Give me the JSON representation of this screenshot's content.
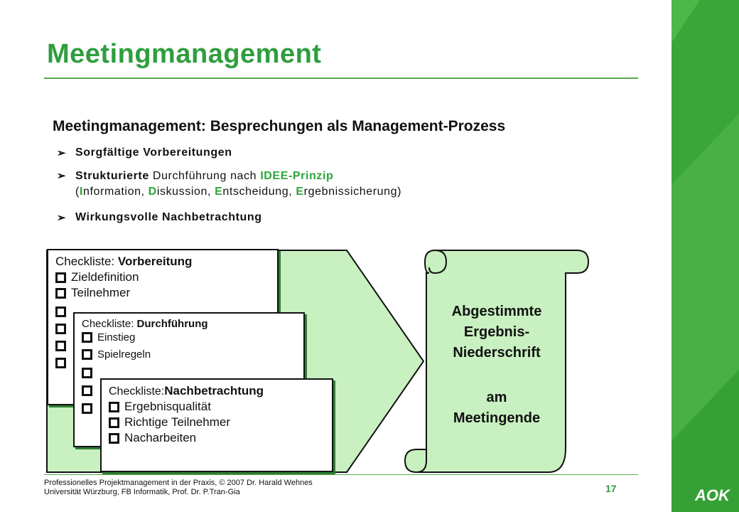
{
  "title": "Meetingmanagement",
  "heading": "Meetingmanagement: Besprechungen als Management-Prozess",
  "bullets": [
    "Sorgfältige Vorbereitungen",
    "Durchführung nach",
    "Wirkungsvolle Nachbetrachtung"
  ],
  "bullet2": {
    "lead": "Strukturierte",
    "middle": " Durchführung nach ",
    "principle": "IDEE-Prinzip",
    "line2_open": "(",
    "i": "I",
    "information": "nformation, ",
    "d": "D",
    "diskussion": "iskussion, ",
    "e1": "E",
    "entscheidung": "ntscheidung, ",
    "e2": "E",
    "ergebnis": "rgebnissicherung)"
  },
  "card1": {
    "label": "Checkliste: ",
    "label_strong": "Vorbereitung",
    "items": [
      "Zieldefinition",
      "Teilnehmer"
    ]
  },
  "card2": {
    "label": "Checkliste: ",
    "label_strong": "Durchführung",
    "items": [
      "Einstieg",
      "Spielregeln"
    ]
  },
  "card3": {
    "label": "Checkliste:",
    "label_strong": "Nachbetrachtung",
    "items": [
      "Ergebnisqualität",
      "Richtige Teilnehmer",
      "Nacharbeiten"
    ]
  },
  "scroll": {
    "line1": "Abgestimmte",
    "line2": "Ergebnis-",
    "line3": "Niederschrift",
    "line4": "am",
    "line5": "Meetingende"
  },
  "footer": {
    "line1": "Professionelles Projektmanagement in der Praxis, © 2007  Dr. Harald Wehnes",
    "line2": "Universität Würzburg, FB Informatik, Prof. Dr. P.Tran-Gia"
  },
  "page_number": "17",
  "logo": "AOK",
  "colors": {
    "accent": "#2e9e3e",
    "light_green": "#c8f0c0",
    "sidebar": "#3aa63a"
  }
}
